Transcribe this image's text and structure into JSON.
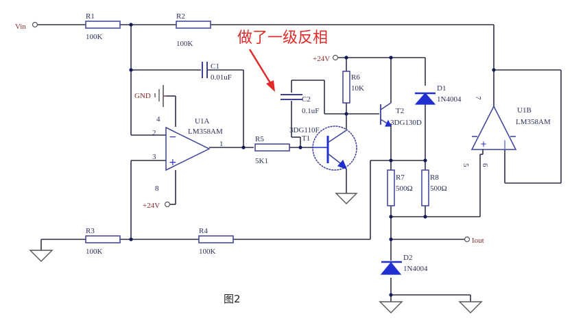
{
  "annotation": "做了一级反相",
  "caption": "图2",
  "nets": {
    "vin": "Vin",
    "iout": "Iout",
    "gnd": "GND",
    "vcc_opamp": "+24V",
    "vcc_stage": "+24V"
  },
  "components": {
    "R1": {
      "ref": "R1",
      "value": "100K"
    },
    "R2": {
      "ref": "R2",
      "value": "100K"
    },
    "R3": {
      "ref": "R3",
      "value": "100K"
    },
    "R4": {
      "ref": "R4",
      "value": "100K"
    },
    "R5": {
      "ref": "R5",
      "value": "5K1"
    },
    "R6": {
      "ref": "R6",
      "value": "10K"
    },
    "R7": {
      "ref": "R7",
      "value": "500Ω"
    },
    "R8": {
      "ref": "R8",
      "value": "500Ω"
    },
    "C1": {
      "ref": "C1",
      "value": "0.01uF"
    },
    "C2": {
      "ref": "C2",
      "value": "0.1uF"
    },
    "T1": {
      "ref": "T1",
      "value": "3DG110F"
    },
    "T2": {
      "ref": "T2",
      "value": "3DG130D"
    },
    "D1": {
      "ref": "D1",
      "value": "1N4004"
    },
    "D2": {
      "ref": "D2",
      "value": "1N4004"
    },
    "U1A": {
      "ref": "U1A",
      "value": "LM358AM",
      "pins": [
        "4",
        "2",
        "3",
        "1",
        "8"
      ]
    },
    "U1B": {
      "ref": "U1B",
      "value": "LM358AM",
      "pins": [
        "7",
        "5",
        "6"
      ]
    }
  }
}
